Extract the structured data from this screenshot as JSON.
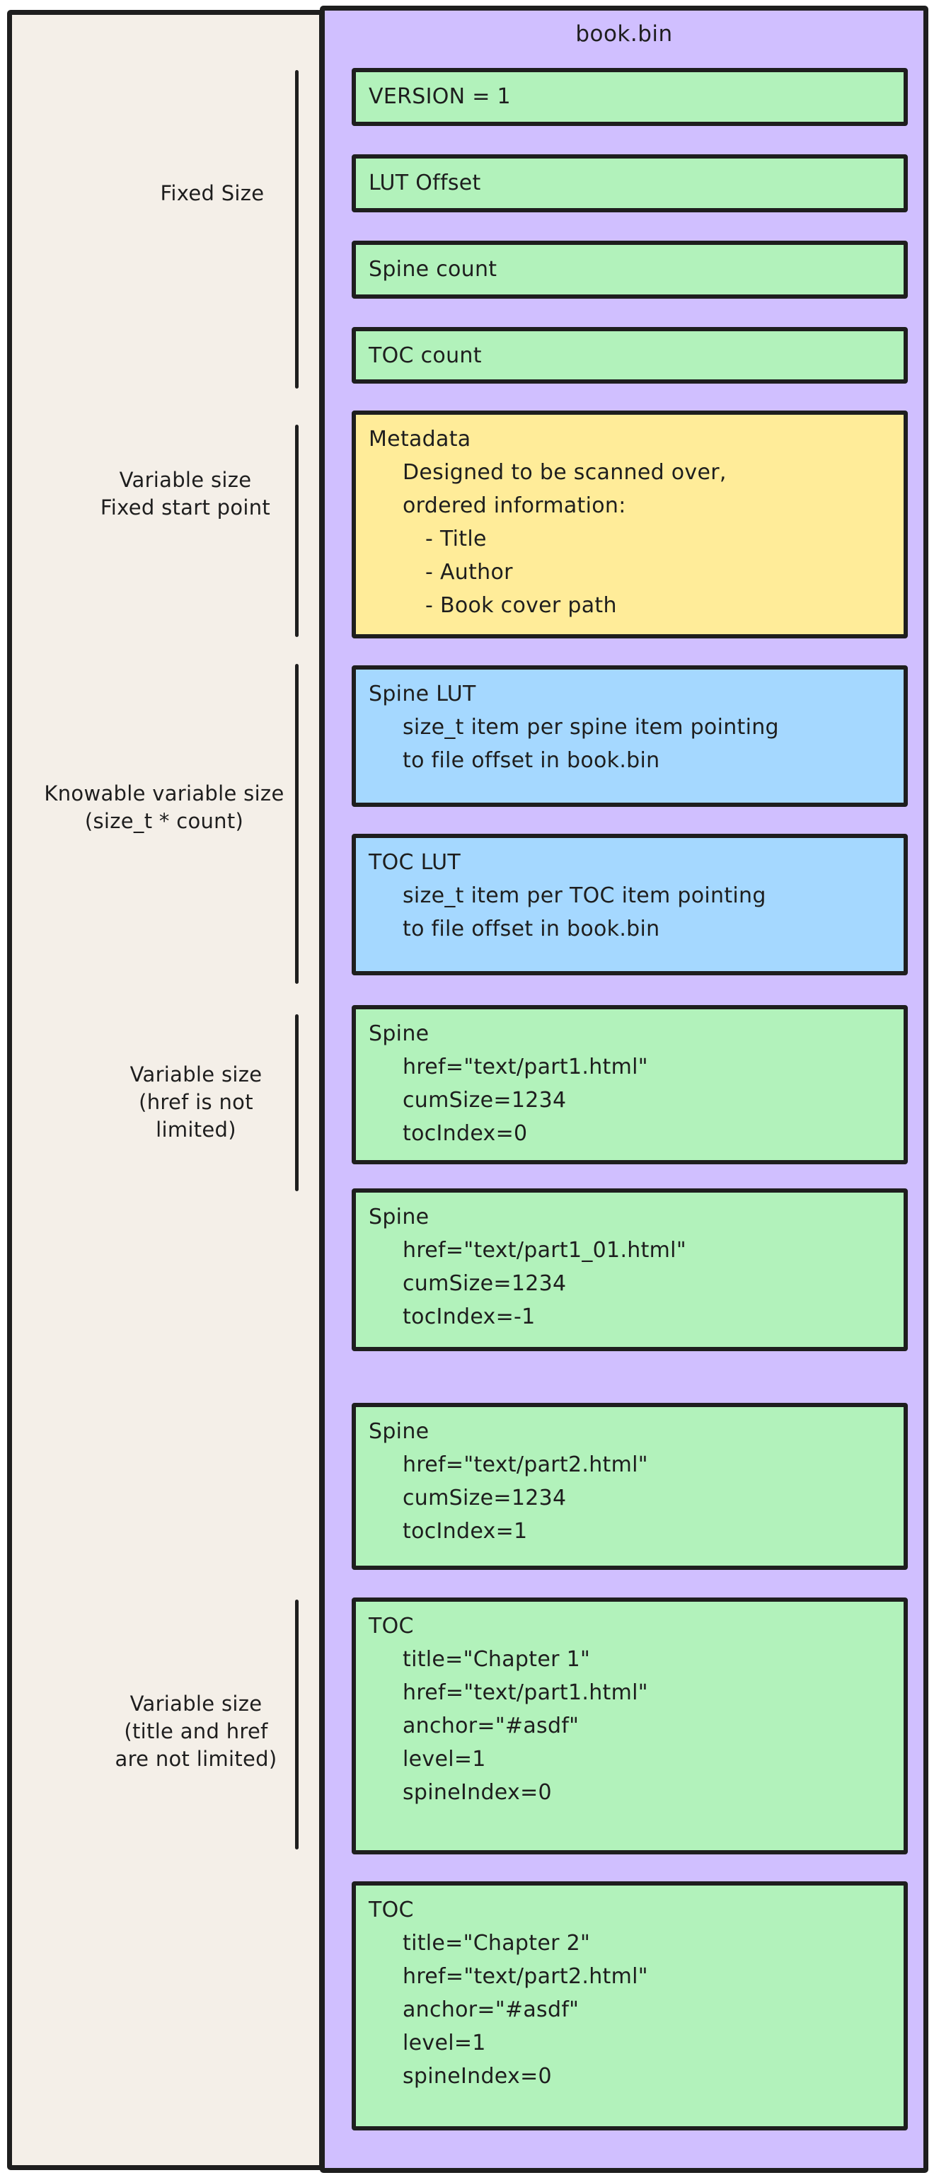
{
  "canvas": {
    "background_left": "#f4efe8",
    "container_fill": "#d0bfff",
    "stroke": "#1e1e1e",
    "block_colors": {
      "green": "#b2f2bb",
      "yellow": "#ffec99",
      "blue": "#a5d8ff"
    }
  },
  "container": {
    "title": "book.bin"
  },
  "side_labels": [
    {
      "id": "fixed-size",
      "lines": [
        "Fixed Size"
      ]
    },
    {
      "id": "variable-size-fixed-start",
      "lines": [
        "Variable size",
        "Fixed start point"
      ]
    },
    {
      "id": "knowable-variable-size",
      "lines": [
        "Knowable variable size",
        "(size_t * count)"
      ]
    },
    {
      "id": "variable-size-href",
      "lines": [
        "Variable size",
        "(href is not",
        "limited)"
      ]
    },
    {
      "id": "variable-size-title-href",
      "lines": [
        "Variable size",
        "(title and href",
        "are not limited)"
      ]
    }
  ],
  "blocks": [
    {
      "id": "version",
      "color": "green",
      "lines": [
        "VERSION = 1"
      ]
    },
    {
      "id": "lut-offset",
      "color": "green",
      "lines": [
        "LUT Offset"
      ]
    },
    {
      "id": "spine-count",
      "color": "green",
      "lines": [
        "Spine count"
      ]
    },
    {
      "id": "toc-count",
      "color": "green",
      "lines": [
        "TOC count"
      ]
    },
    {
      "id": "metadata",
      "color": "yellow",
      "lines": [
        "Metadata",
        "Designed to be scanned over,",
        "ordered information:",
        "- Title",
        "- Author",
        "- Book cover path"
      ]
    },
    {
      "id": "spine-lut",
      "color": "blue",
      "lines": [
        "Spine LUT",
        "size_t item per spine item pointing",
        "to file offset in book.bin"
      ]
    },
    {
      "id": "toc-lut",
      "color": "blue",
      "lines": [
        "TOC LUT",
        "size_t item per TOC item pointing",
        "to file offset in book.bin"
      ]
    },
    {
      "id": "spine-1",
      "color": "green",
      "lines": [
        "Spine",
        "href=\"text/part1.html\"",
        "cumSize=1234",
        "tocIndex=0"
      ]
    },
    {
      "id": "spine-2",
      "color": "green",
      "lines": [
        "Spine",
        "href=\"text/part1_01.html\"",
        "cumSize=1234",
        "tocIndex=-1"
      ]
    },
    {
      "id": "spine-3",
      "color": "green",
      "lines": [
        "Spine",
        "href=\"text/part2.html\"",
        "cumSize=1234",
        "tocIndex=1"
      ]
    },
    {
      "id": "toc-1",
      "color": "green",
      "lines": [
        "TOC",
        "title=\"Chapter 1\"",
        "href=\"text/part1.html\"",
        "anchor=\"#asdf\"",
        "level=1",
        "spineIndex=0"
      ]
    },
    {
      "id": "toc-2",
      "color": "green",
      "lines": [
        "TOC",
        "title=\"Chapter 2\"",
        "href=\"text/part2.html\"",
        "anchor=\"#asdf\"",
        "level=1",
        "spineIndex=0"
      ]
    }
  ]
}
